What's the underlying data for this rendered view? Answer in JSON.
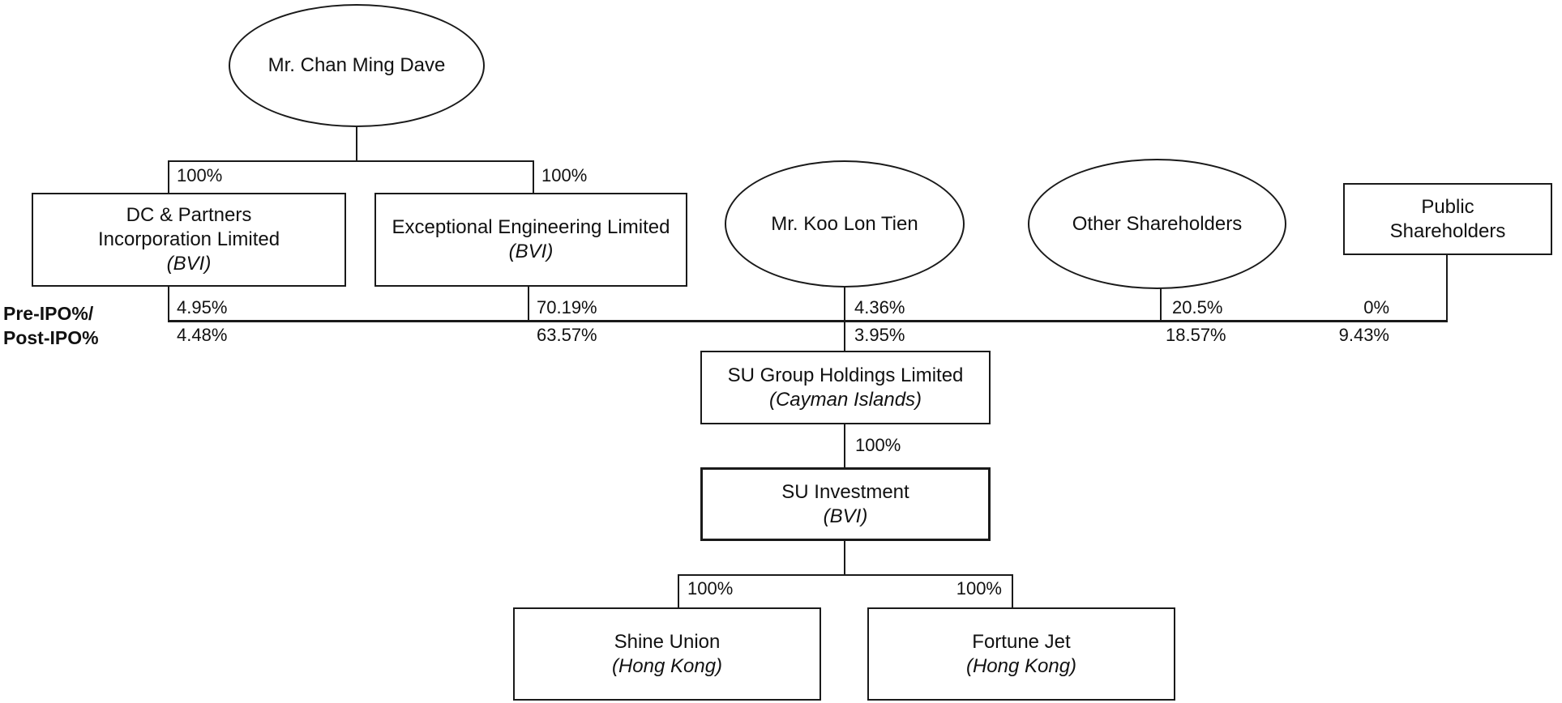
{
  "legend": {
    "line1": "Pre-IPO%/",
    "line2": "Post-IPO%"
  },
  "nodes": {
    "chan": {
      "name": "Mr. Chan Ming Dave"
    },
    "koo": {
      "name": "Mr. Koo Lon Tien"
    },
    "other": {
      "name": "Other Shareholders"
    },
    "public": {
      "name1": "Public",
      "name2": "Shareholders"
    },
    "dc": {
      "name1": "DC & Partners",
      "name2": "Incorporation Limited",
      "location": "(BVI)"
    },
    "ee": {
      "name1": "Exceptional Engineering Limited",
      "location": "(BVI)"
    },
    "sugroup": {
      "name1": "SU Group Holdings Limited",
      "location": "(Cayman Islands)"
    },
    "suinvest": {
      "name1": "SU Investment",
      "location": "(BVI)"
    },
    "shine": {
      "name1": "Shine Union",
      "location": "(Hong Kong)"
    },
    "fortune": {
      "name1": "Fortune Jet",
      "location": "(Hong Kong)"
    }
  },
  "ownership": {
    "chan_dc": "100%",
    "chan_ee": "100%",
    "sugroup_suinvest": "100%",
    "suinvest_shine": "100%",
    "suinvest_fortune": "100%",
    "pre_post": {
      "dc": {
        "pre": "4.95%",
        "post": "4.48%"
      },
      "ee": {
        "pre": "70.19%",
        "post": "63.57%"
      },
      "koo": {
        "pre": "4.36%",
        "post": "3.95%"
      },
      "other": {
        "pre": "20.5%",
        "post": "18.57%"
      },
      "public": {
        "pre": "0%",
        "post": "9.43%"
      }
    }
  },
  "colors": {
    "line": "#1a1a1a",
    "background": "#ffffff",
    "text": "#111111"
  }
}
